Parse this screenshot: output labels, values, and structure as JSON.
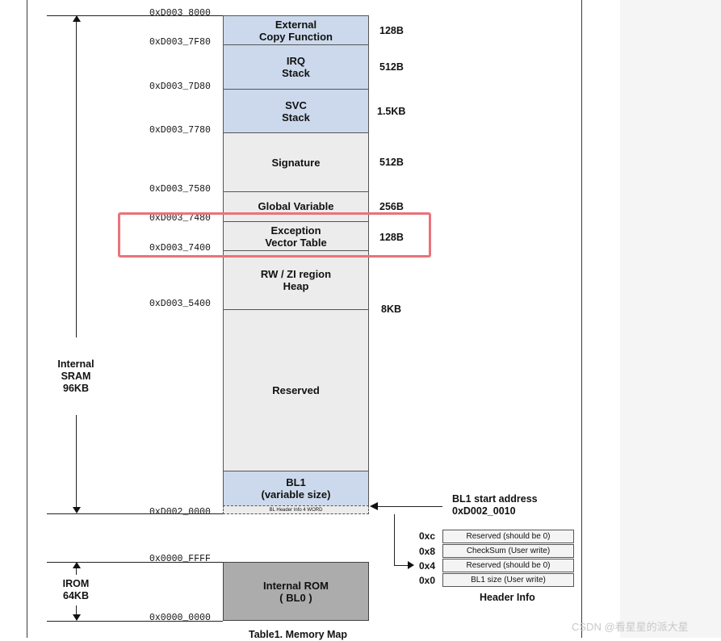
{
  "blocks": {
    "external_copy": "External\nCopy Function",
    "irq_stack": "IRQ\nStack",
    "svc_stack": "SVC\nStack",
    "signature": "Signature",
    "global_var": "Global Variable",
    "exception": "Exception\nVector Table",
    "rwzi": "RW / ZI region\nHeap",
    "reserved": "Reserved",
    "bl1": "BL1\n(variable size)",
    "bl1_header": "BL Header Info 4 WORD",
    "internal_rom": "Internal ROM\n( BL0 )"
  },
  "addresses": {
    "a8000": "0xD003_8000",
    "a7f80": "0xD003_7F80",
    "a7d80": "0xD003_7D80",
    "a7780": "0xD003_7780",
    "a7580": "0xD003_7580",
    "a7480": "0xD003_7480",
    "a7400": "0xD003_7400",
    "a5400": "0xD003_5400",
    "a0000": "0xD002_0000",
    "rom_ffff": "0x0000_FFFF",
    "rom_0000": "0x0000_0000"
  },
  "sizes": {
    "s1": "128B",
    "s2": "512B",
    "s3": "1.5KB",
    "s4": "512B",
    "s5": "256B",
    "s6": "128B",
    "s7": "8KB"
  },
  "labels": {
    "sram": "Internal\nSRAM\n96KB",
    "irom": "IROM\n64KB",
    "bl1_start": "BL1 start address\n0xD002_0010",
    "header_info": "Header Info",
    "caption": "Table1. Memory Map"
  },
  "header_rows": [
    {
      "offset": "0xc",
      "text": "Reserved (should be 0)"
    },
    {
      "offset": "0x8",
      "text": "CheckSum (User write)"
    },
    {
      "offset": "0x4",
      "text": "Reserved (should be 0)"
    },
    {
      "offset": "0x0",
      "text": "BL1 size (User write)"
    }
  ],
  "watermark": "CSDN @看星星的派大星"
}
